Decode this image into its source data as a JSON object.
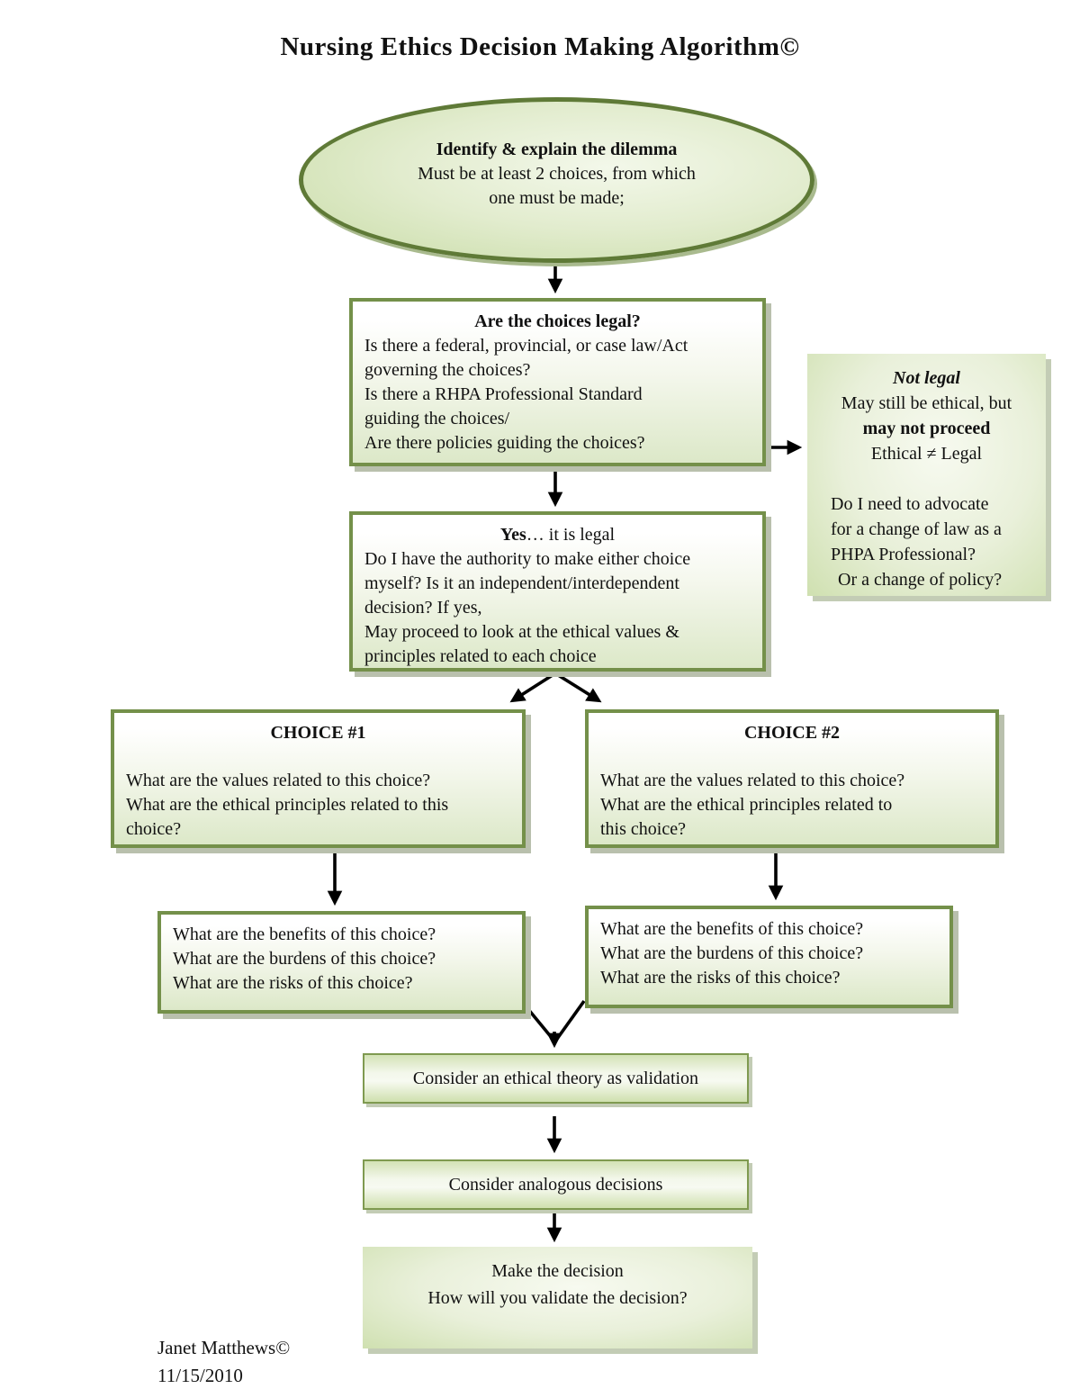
{
  "page": {
    "title": "Nursing Ethics Decision Making Algorithm©",
    "author": "Janet Matthews©",
    "date": "11/15/2010"
  },
  "colors": {
    "box_border_green": "#74904a",
    "thin_border_green": "#7f9a50",
    "ellipse_border_green": "#5f7a37",
    "fill_light_green": "#dce8c8",
    "shadow_gray_green": "#b9c0ad",
    "arrow_black": "#000000"
  },
  "nodes": {
    "dilemma": {
      "heading": "Identify & explain the dilemma",
      "lines": [
        "Must be at least 2 choices, from which",
        "one must be made;"
      ]
    },
    "legal_check": {
      "heading": "Are the choices legal?",
      "lines": [
        "Is there a federal, provincial, or case law/Act",
        "governing the choices?",
        "Is there a RHPA Professional Standard",
        "guiding the choices/",
        "Are there policies guiding the choices?"
      ]
    },
    "not_legal": {
      "heading": "Not legal",
      "line_ethical": "May still be ethical, but",
      "line_proceed": "may not proceed",
      "line_equation": "Ethical ≠ Legal",
      "lines_advocate": [
        "Do I need to advocate",
        "for a change of law as a",
        "PHPA Professional?",
        "Or a change of policy?"
      ]
    },
    "yes_legal": {
      "heading_bold": "Yes",
      "heading_rest": "… it is legal",
      "lines": [
        "Do I have the authority to make either choice",
        "myself? Is it an independent/interdependent",
        "decision? If yes,",
        "May proceed to look at the ethical values &",
        "principles related to each choice"
      ]
    },
    "choice1": {
      "heading": "CHOICE #1",
      "lines": [
        "What are the values related to this choice?",
        "What are the ethical principles related to this",
        "choice?"
      ]
    },
    "choice2": {
      "heading": "CHOICE #2",
      "lines": [
        "What are the values related to this choice?",
        "What are the ethical principles related to",
        "this choice?"
      ]
    },
    "benefits1": {
      "lines": [
        "What are the benefits of this choice?",
        "What are the burdens of this choice?",
        "What are the risks of this choice?"
      ]
    },
    "benefits2": {
      "lines": [
        "What are the benefits of this choice?",
        "What are the burdens of this choice?",
        "What are the risks of this choice?"
      ]
    },
    "ethical_theory": {
      "label": "Consider an ethical theory as validation"
    },
    "analogous": {
      "label": "Consider analogous decisions"
    },
    "decision": {
      "lines": [
        "Make the decision",
        "How will you validate the decision?"
      ]
    }
  }
}
